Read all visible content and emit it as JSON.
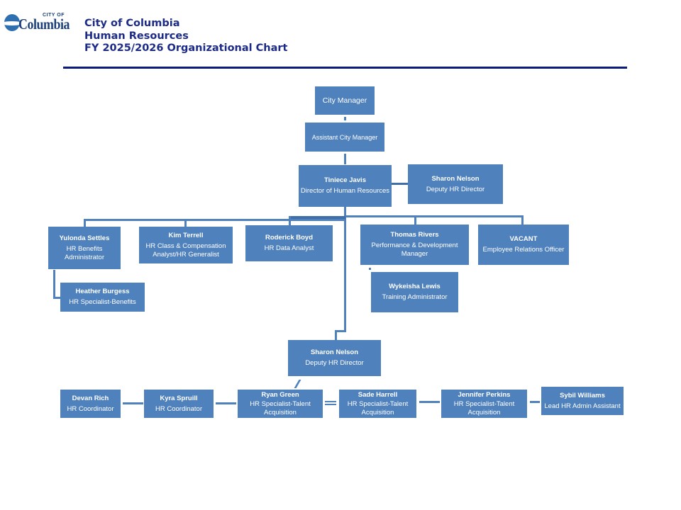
{
  "header": {
    "logo": {
      "small_text": "CITY OF",
      "main_text": "Columbia",
      "icon": "columbia-wave-logo"
    },
    "title_lines": [
      "City of Columbia",
      "Human Resources",
      "FY 2025/2026 Organizational  Chart"
    ]
  },
  "colors": {
    "box_fill": "#4f81bd",
    "box_text": "#ffffff",
    "title_text": "#1c2a88",
    "rule": "#0a1b7a"
  },
  "chart": {
    "top": [
      {
        "id": "city-manager",
        "title": "City Manager"
      },
      {
        "id": "assistant-city-manager",
        "title": "Assistant City Manager"
      }
    ],
    "director": {
      "name": "Tiniece Javis",
      "title": "Director of Human Resources"
    },
    "deputy_side": {
      "name": "Sharon Nelson",
      "title": "Deputy HR Director"
    },
    "direct_reports": [
      {
        "name": "Yulonda Settles",
        "title": "HR Benefits Administrator"
      },
      {
        "name": "Kim Terrell",
        "title": "HR Class & Compensation Analyst/HR Generalist"
      },
      {
        "name": "Roderick Boyd",
        "title": "HR Data Analyst"
      },
      {
        "name": "Thomas Rivers",
        "title": "Performance & Development Manager"
      },
      {
        "name": "VACANT",
        "title": "Employee Relations Officer"
      }
    ],
    "sub_reports": [
      {
        "name": "Heather Burgess",
        "title": "HR Specialist-Benefits",
        "reports_to": "Yulonda Settles"
      },
      {
        "name": "Wykeisha Lewis",
        "title": "Training Administrator",
        "reports_to": "Thomas Rivers"
      }
    ],
    "deputy": {
      "name": "Sharon Nelson",
      "title": "Deputy HR Director"
    },
    "deputy_team": [
      {
        "name": "Devan Rich",
        "title": "HR Coordinator"
      },
      {
        "name": "Kyra  Spruill",
        "title": "HR Coordinator"
      },
      {
        "name": "Ryan Green",
        "title": "HR Specialist-Talent Acquisition"
      },
      {
        "name": "Sade Harrell",
        "title": "HR Specialist-Talent Acquisition"
      },
      {
        "name": "Jennifer Perkins",
        "title": "HR Specialist-Talent Acquisition"
      },
      {
        "name": "Sybil Williams",
        "title": "Lead  HR Admin Assistant"
      }
    ]
  }
}
